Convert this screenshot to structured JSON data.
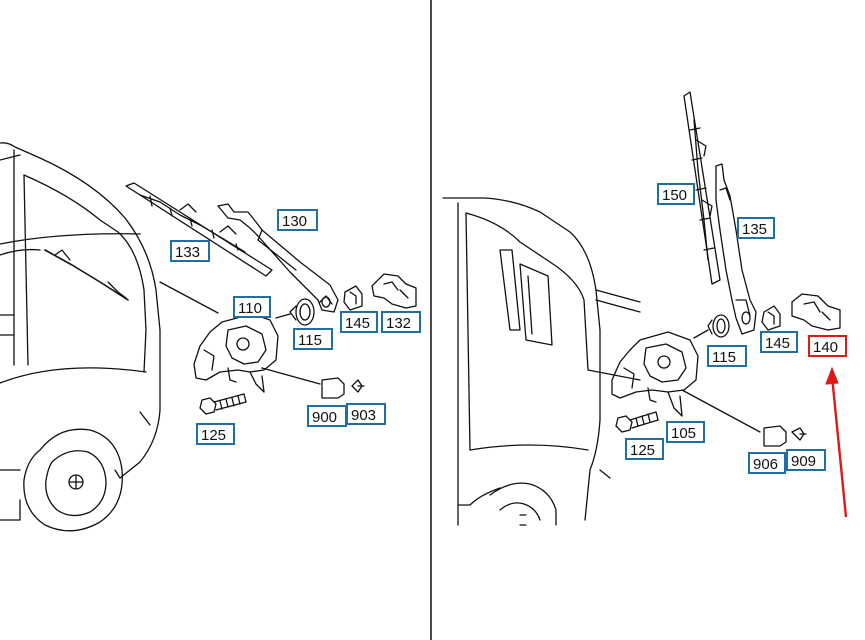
{
  "left_panel": {
    "labels": {
      "l130": "130",
      "l133": "133",
      "l110": "110",
      "l115": "115",
      "l145": "145",
      "l132": "132",
      "l900": "900",
      "l903": "903",
      "l125": "125"
    }
  },
  "right_panel": {
    "labels": {
      "r150": "150",
      "r135": "135",
      "r115": "115",
      "r145": "145",
      "r140": "140",
      "r105": "105",
      "r125": "125",
      "r906": "906",
      "r909": "909"
    },
    "highlighted_label": "140"
  },
  "colors": {
    "callout_border": "#1f6fa3",
    "highlight": "#e01818",
    "line": "#111111"
  },
  "icons": [
    "van-outline",
    "wiper-blade",
    "wiper-arm",
    "wiper-motor",
    "bolt",
    "grommet",
    "nut",
    "cap",
    "arrow-up"
  ]
}
